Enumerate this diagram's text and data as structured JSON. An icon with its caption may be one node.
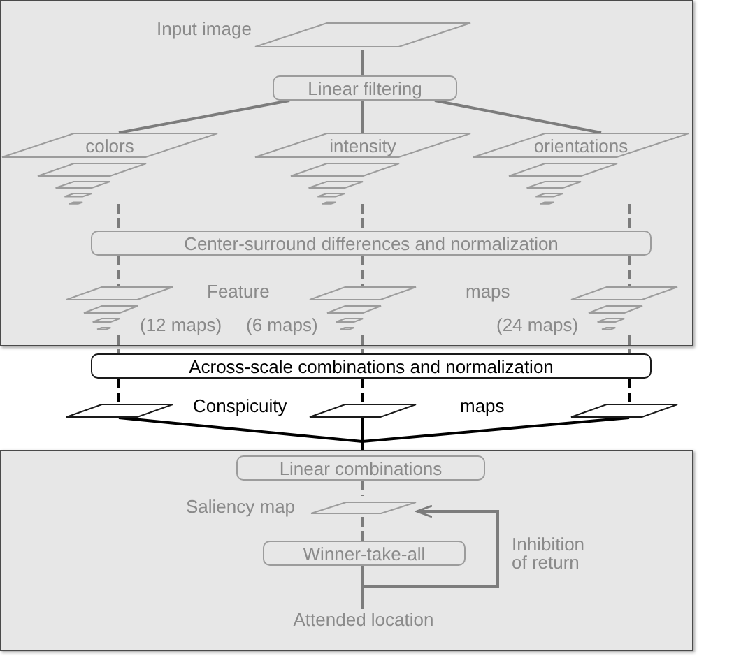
{
  "diagram": {
    "nodes": [
      {
        "text": [],
        "shape": "box"
      },
      {
        "text": [
          "Input image"
        ],
        "in": 0
      },
      {
        "text": [
          "Linear filtering"
        ],
        "in": 0
      },
      {
        "text": [
          "colors"
        ],
        "in": 0
      },
      {
        "text": [
          "intensity"
        ],
        "in": 0
      },
      {
        "text": [
          "orientations"
        ],
        "in": 0
      },
      {
        "text": [
          "Center-surround differences and normalization"
        ],
        "in": 0
      },
      {
        "text": [],
        "shape": "parallelogram",
        "in": 0,
        "beside": [
          "(12 maps)"
        ]
      },
      {
        "text": [],
        "shape": "parallelogram",
        "in": 0,
        "beside": [
          "(6 maps)"
        ]
      },
      {
        "text": [],
        "shape": "parallelogram",
        "in": 0,
        "beside": [
          "(24 maps)"
        ]
      },
      {
        "text": [
          "Across-scale combinations and normalization"
        ]
      },
      {
        "text": [],
        "shape": "parallelogram"
      },
      {
        "text": [],
        "shape": "parallelogram"
      },
      {
        "text": [],
        "shape": "parallelogram"
      },
      {
        "text": [],
        "shape": "box"
      },
      {
        "text": [
          "Linear combinations"
        ],
        "in": 14
      },
      {
        "text": [
          "Saliency map"
        ],
        "in": 14
      },
      {
        "text": [
          "Winner-take-all"
        ],
        "in": 14
      },
      {
        "text": [
          "Attended location"
        ],
        "in": 14
      }
    ],
    "edges": [
      {
        "from": 1,
        "to": 2,
        "arrow": "none"
      },
      {
        "from": 2,
        "to": 3,
        "arrow": "none"
      },
      {
        "from": 2,
        "to": 4,
        "arrow": "none"
      },
      {
        "from": 2,
        "to": 5,
        "arrow": "none"
      },
      {
        "from": 3,
        "to": 6,
        "arrow": "none",
        "style": "dashed"
      },
      {
        "from": 4,
        "to": 6,
        "arrow": "none",
        "style": "dashed"
      },
      {
        "from": 5,
        "to": 6,
        "arrow": "none",
        "style": "dashed"
      },
      {
        "from": 6,
        "to": 7,
        "arrow": "none",
        "style": "dashed"
      },
      {
        "from": 6,
        "to": 8,
        "arrow": "none",
        "style": "dashed"
      },
      {
        "from": 6,
        "to": 9,
        "arrow": "none",
        "style": "dashed"
      },
      {
        "from": 7,
        "to": 10,
        "arrow": "none",
        "style": "dashed"
      },
      {
        "from": 8,
        "to": 10,
        "arrow": "none",
        "style": "dashed"
      },
      {
        "from": 9,
        "to": 10,
        "arrow": "none",
        "style": "dashed"
      },
      {
        "from": 10,
        "to": 11,
        "arrow": "none",
        "style": "dashed",
        "color": "#000000"
      },
      {
        "from": 10,
        "to": 12,
        "arrow": "none",
        "style": "dashed",
        "color": "#000000"
      },
      {
        "from": 10,
        "to": 13,
        "arrow": "none",
        "style": "dashed",
        "color": "#000000"
      },
      {
        "from": 11,
        "to": 14,
        "arrow": "none",
        "color": "#000000"
      },
      {
        "from": 12,
        "to": 14,
        "arrow": "none",
        "color": "#000000"
      },
      {
        "from": 13,
        "to": 14,
        "arrow": "none",
        "color": "#000000"
      },
      {
        "from": 15,
        "to": 16,
        "arrow": "none",
        "style": "dashed"
      },
      {
        "from": 16,
        "to": 17,
        "arrow": "none",
        "style": "dashed"
      },
      {
        "from": 17,
        "to": 18,
        "arrow": "none"
      },
      {
        "from": 17,
        "to": 16,
        "arrow": "to",
        "label": "Inhibition of return"
      }
    ],
    "labels": [
      "Feature",
      "maps",
      "Conspicuity",
      "maps"
    ]
  }
}
